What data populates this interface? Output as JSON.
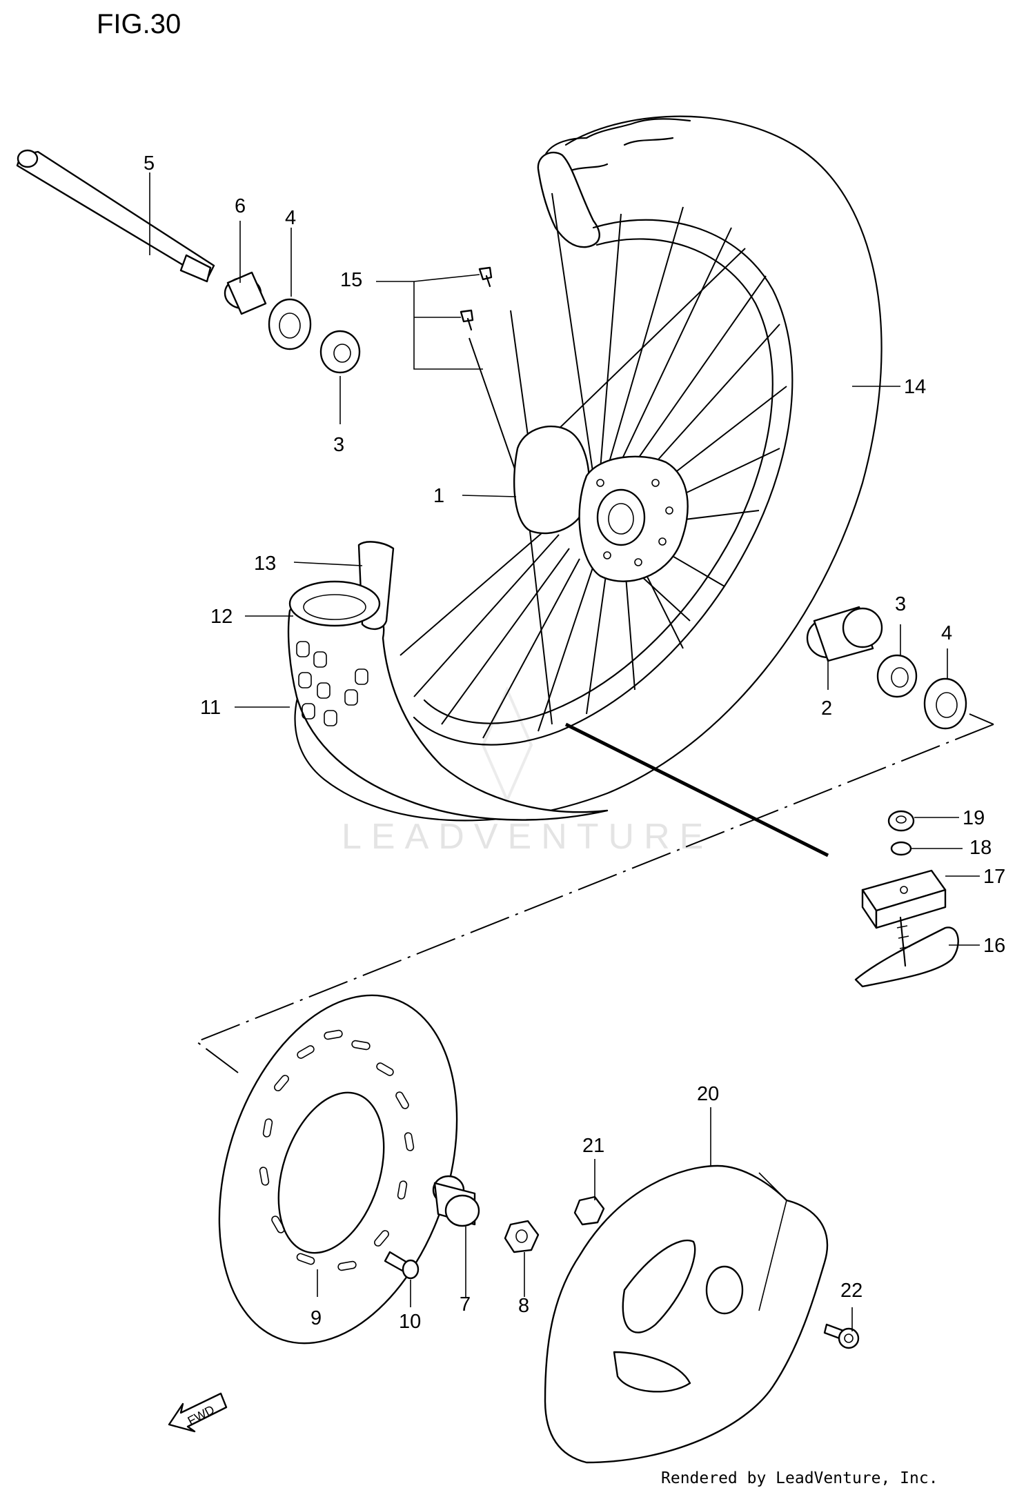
{
  "figure": {
    "title": "FIG.30",
    "watermark": "LEADVENTURE",
    "credit": "Rendered by LeadVenture, Inc.",
    "fwd_label": "FWD",
    "line_color": "#000000",
    "background": "#ffffff"
  },
  "callouts": {
    "c1": "1",
    "c2": "2",
    "c3a": "3",
    "c3b": "3",
    "c4a": "4",
    "c4b": "4",
    "c5": "5",
    "c6": "6",
    "c7": "7",
    "c8": "8",
    "c9": "9",
    "c10": "10",
    "c11": "11",
    "c12": "12",
    "c13": "13",
    "c14": "14",
    "c15": "15",
    "c16": "16",
    "c17": "17",
    "c18": "18",
    "c19": "19",
    "c20": "20",
    "c21": "21",
    "c22": "22"
  }
}
